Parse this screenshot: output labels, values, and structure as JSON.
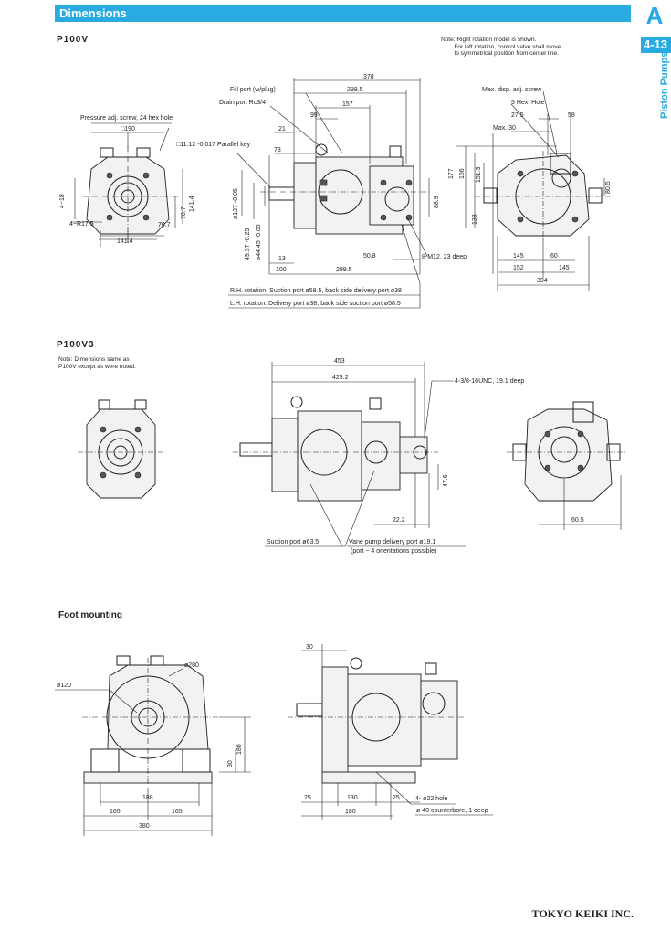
{
  "header": {
    "title": "Dimensions"
  },
  "tab": {
    "letter": "A",
    "page": "4-13",
    "section": "Piston Pumps"
  },
  "p100v": {
    "model": "P100V",
    "note": "Note: Right rotation model is shown.\n        For left rotation, control valve shall move\n        to symmetrical position from center line.",
    "labels": {
      "pressure_adj": "Pressure adj. screw, 24 hex hole",
      "sq190": "□190",
      "parallel_key": "□11.12 -0.017 Parallel key",
      "fill_port": "Fill port (w/plug)",
      "drain_port": "Drain port Rc3/4",
      "max_disp": "Max. disp. adj. screw",
      "hex5": "5 Hex. Hole",
      "max30": "Max. 30",
      "r175": "4−R17.5",
      "m12": "8-M12, 23 deep",
      "rh": "R.H. rotation: Suction port ø58.5, back side delivery port ø38",
      "lh": "L.H. rotation: Delivery port ø38, back side suction port ø58.5"
    },
    "dims": {
      "d378": "378",
      "d2995": "299.5",
      "d157": "157",
      "d99": "99",
      "d21": "21",
      "d73": "73",
      "d13": "13",
      "d100": "100",
      "d2995b": "299.5",
      "d508": "50.8",
      "d889": "88.9",
      "d127": "ø127 -0.05",
      "d4937": "49.37 -0.25",
      "d4445": "ø44.45 -0.05",
      "d18": "4−18",
      "d1414v": "141.4",
      "d707v": "70.7",
      "d707h": "70.7",
      "d1414h": "141.4",
      "d275": "27.5",
      "d58": "58",
      "d177": "177",
      "d166": "166",
      "d1513": "151.3",
      "d138": "138",
      "d805": "80.5",
      "d145a": "145",
      "d60": "60",
      "d152": "152",
      "d145b": "145",
      "d304": "304"
    }
  },
  "p100v3": {
    "model": "P100V3",
    "note": "Note: Dimensions same as\nP100V except as were noted.",
    "labels": {
      "unc": "4-3/8-16UNC, 19.1 deep",
      "suction": "Suction port ø63.5",
      "vane": "Vane pump delivery port ø19.1",
      "vane2": "(port − 4 orientations possible)"
    },
    "dims": {
      "d453": "453",
      "d4252": "425.2",
      "d222": "22.2",
      "d476": "47.6",
      "d605": "60.5"
    }
  },
  "foot": {
    "title": "Foot mounting",
    "labels": {
      "hole": "4- ø22 hole",
      "counterbore": "ø 40 counterbore, 1 deep"
    },
    "dims": {
      "d280": "ø280",
      "d120": "ø120",
      "d180v": "180",
      "d30v": "30",
      "d188": "188",
      "d165a": "165",
      "d165b": "165",
      "d380": "380",
      "d30h": "30",
      "d25a": "25",
      "d130": "130",
      "d25b": "25",
      "d180h": "180"
    }
  },
  "footer": {
    "company": "TOKYO KEIKI INC."
  }
}
